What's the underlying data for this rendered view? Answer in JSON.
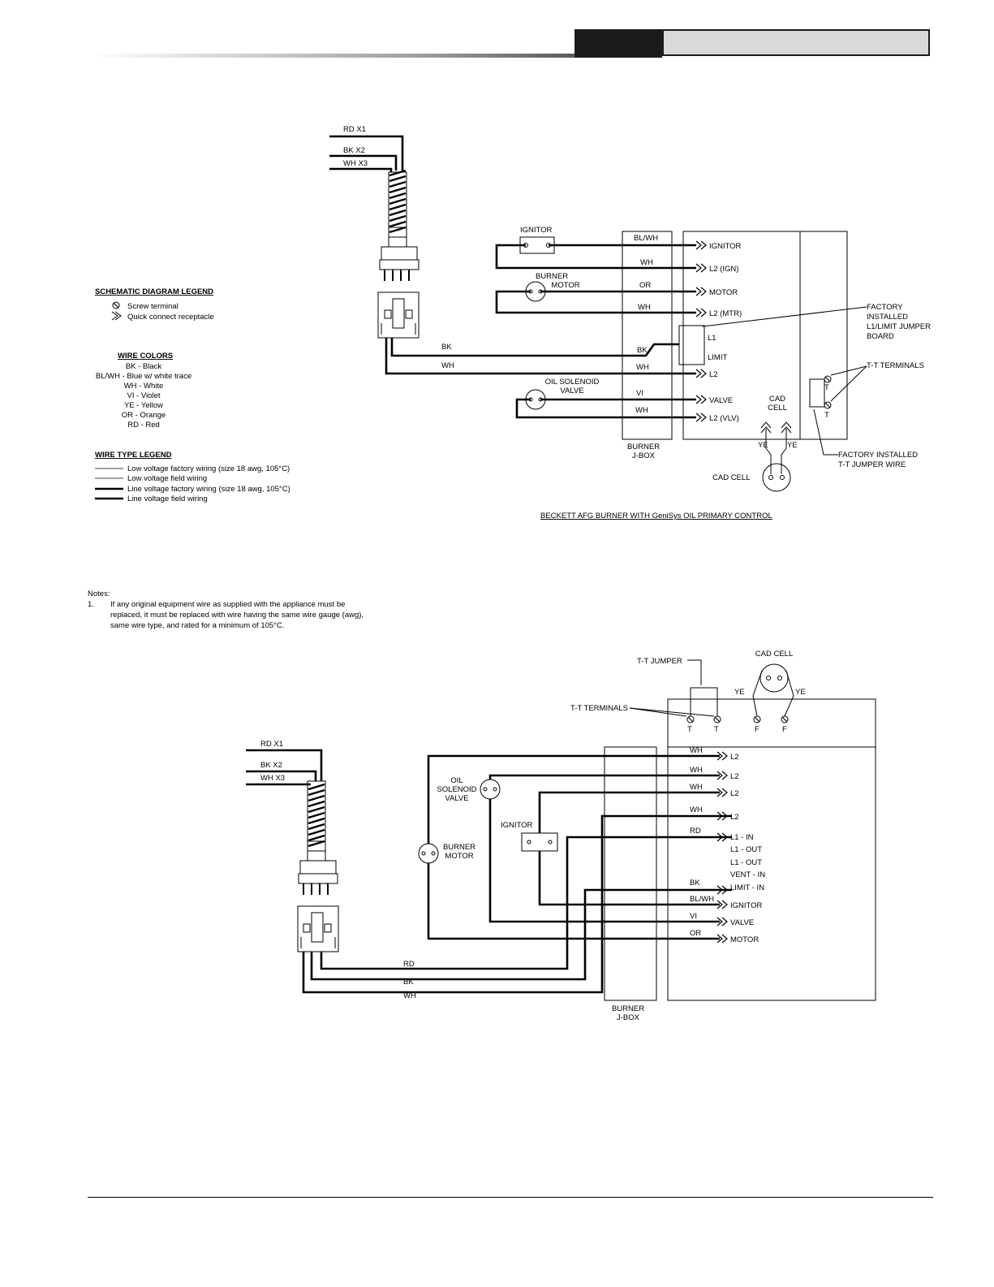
{
  "legend": {
    "schematic_title": "SCHEMATIC DIAGRAM LEGEND",
    "screw_terminal": "Screw terminal",
    "quick_connect": "Quick connect receptacle",
    "colors_title": "WIRE COLORS",
    "colors": [
      "BK - Black",
      "BL/WH - Blue w/ white trace",
      "WH - White",
      "VI - Violet",
      "YE - Yellow",
      "OR - Orange",
      "RD - Red"
    ],
    "wire_type_title": "WIRE TYPE LEGEND",
    "wire_types": [
      "Low voltage factory wiring (size 18 awg, 105°C)",
      "Low voltage field wiring",
      "Line voltage factory wiring (size 18 awg, 105°C)",
      "Line voltage field wiring"
    ]
  },
  "notes": {
    "heading": "Notes:",
    "items": [
      {
        "num": "1.",
        "text": "If any original equipment wire as supplied with the appliance must be replaced, it must be replaced with wire having the same wire gauge (awg), same wire type, and rated for a minimum of 105°C."
      }
    ]
  },
  "diagram1": {
    "caption": "BECKETT AFG BURNER WITH GeniSys OIL PRIMARY CONTROL",
    "lead_labels": [
      "RD X1",
      "BK X2",
      "WH X3"
    ],
    "components": {
      "ignitor": "IGNITOR",
      "burner_motor_1": "BURNER",
      "burner_motor_2": "MOTOR",
      "oil_solenoid_1": "OIL SOLENOID",
      "oil_solenoid_2": "VALVE",
      "cad_cell": "CAD CELL",
      "cad_cell_1": "CAD",
      "cad_cell_2": "CELL",
      "jbox_1": "BURNER",
      "jbox_2": "J-BOX"
    },
    "wire_labels": [
      "BL/WH",
      "WH",
      "OR",
      "WH",
      "BK",
      "WH",
      "VI",
      "WH"
    ],
    "harness_labels": [
      "BK",
      "WH"
    ],
    "terminals": [
      "IGNITOR",
      "L2 (IGN)",
      "MOTOR",
      "L2 (MTR)",
      "L1",
      "LIMIT",
      "L2",
      "VALVE",
      "L2 (VLV)"
    ],
    "ye_labels": [
      "YE",
      "YE"
    ],
    "tt_labels": [
      "T",
      "T"
    ],
    "callouts": {
      "jumper_board": [
        "FACTORY",
        "INSTALLED",
        "L1/LIMIT JUMPER",
        "BOARD"
      ],
      "tt_terminals": "T-T TERMINALS",
      "tt_jumper": [
        "FACTORY INSTALLED",
        "T-T JUMPER WIRE"
      ]
    }
  },
  "diagram2": {
    "lead_labels": [
      "RD X1",
      "BK X2",
      "WH X3"
    ],
    "components": {
      "oil_solenoid": [
        "OIL",
        "SOLENOID",
        "VALVE"
      ],
      "burner_motor": [
        "BURNER",
        "MOTOR"
      ],
      "ignitor": "IGNITOR",
      "cad_cell": "CAD CELL",
      "jbox": [
        "BURNER",
        "J-BOX"
      ]
    },
    "top_labels": {
      "tt_jumper": "T-T JUMPER",
      "tt_terminals": "T-T TERMINALS",
      "t1": "T",
      "t2": "T",
      "f1": "F",
      "f2": "F",
      "ye_left": "YE",
      "ye_right": "YE"
    },
    "wire_labels": [
      "WH",
      "WH",
      "WH",
      "WH",
      "RD",
      "BK",
      "BL/WH",
      "VI",
      "OR"
    ],
    "terminals": [
      "L2",
      "L2",
      "L2",
      "L2",
      "L1 - IN",
      "L1 - OUT",
      "L1 - OUT",
      "VENT - IN",
      "LIMIT - IN",
      "IGNITOR",
      "VALVE",
      "MOTOR"
    ],
    "harness_labels": [
      "RD",
      "BK",
      "WH"
    ]
  }
}
